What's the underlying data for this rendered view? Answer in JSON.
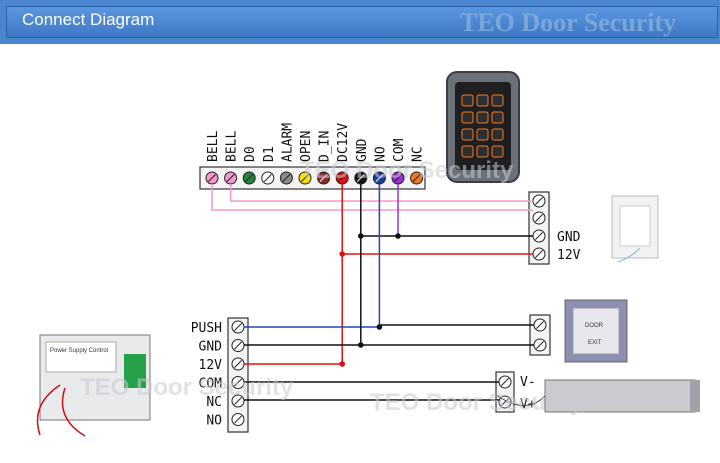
{
  "header": {
    "title": "Connect Diagram",
    "watermark": "TEO Door Security"
  },
  "controller_terminals": [
    {
      "label": "BELL",
      "color": "#f29ad0"
    },
    {
      "label": "BELL",
      "color": "#f29ad0"
    },
    {
      "label": "D0",
      "color": "#1f8a3a"
    },
    {
      "label": "D1",
      "color": "#ffffff"
    },
    {
      "label": "ALARM",
      "color": "#8a8a8a"
    },
    {
      "label": "OPEN",
      "color": "#ffe100"
    },
    {
      "label": "D_IN",
      "color": "#8b2b2b"
    },
    {
      "label": "DC12V",
      "color": "#e01010"
    },
    {
      "label": "GND",
      "color": "#111111"
    },
    {
      "label": "NO",
      "color": "#1a3aa0"
    },
    {
      "label": "COM",
      "color": "#9b30d0"
    },
    {
      "label": "NC",
      "color": "#f07a20"
    }
  ],
  "psu_terminals": [
    "PUSH",
    "GND",
    "12V",
    "COM",
    "NC",
    "NO"
  ],
  "doorbell_terminals": [
    "",
    "",
    "GND",
    "12V"
  ],
  "lock_terminals": [
    "V-",
    "V+"
  ],
  "exit_button_label": "DOOR EXIT",
  "psu_label": "Power Supply Control",
  "watermarks": [
    "TEO Door Security",
    "TEO Door Security",
    "TEO Door Security"
  ],
  "wire_colors": {
    "pink": "#f29ad0",
    "black": "#111111",
    "red": "#e01010",
    "blue": "#2244bb",
    "purple": "#9b30d0"
  }
}
